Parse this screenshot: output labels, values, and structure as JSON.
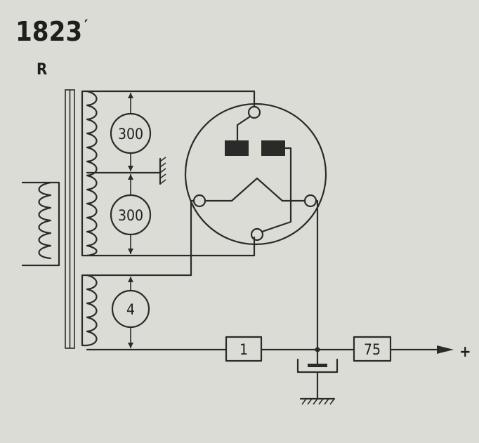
{
  "header": {
    "number": "1823",
    "mark": "′",
    "type_letter": "R"
  },
  "meters": {
    "upper": "300",
    "lower": "300",
    "filament": "4"
  },
  "boxes": {
    "resistor": "1",
    "output": "75"
  },
  "terminal": {
    "plus": "+"
  },
  "colors": {
    "paper": "#dcdcd6",
    "ink": "#2a2a28"
  }
}
